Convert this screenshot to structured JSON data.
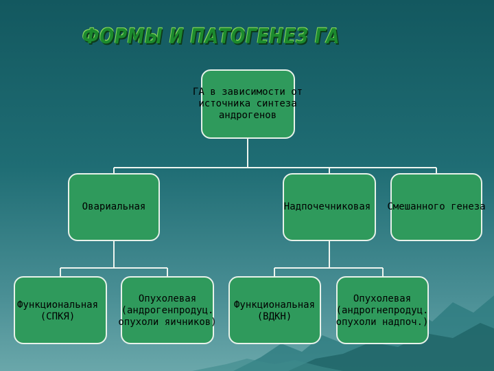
{
  "slide": {
    "title": "ФОРМЫ И ПАТОГЕНЕЗ ГА"
  },
  "diagram": {
    "root": {
      "label": "ГА в зависимости от\nисточника синтеза\nандрогенов"
    },
    "level2": [
      {
        "label": "Овариальная"
      },
      {
        "label": "Надпочечниковая"
      },
      {
        "label": "Смешанного генеза"
      }
    ],
    "level3": [
      {
        "label": "Функциональная\n(СПКЯ)"
      },
      {
        "label": "Опухолевая\n(андрогенпродуц.\nопухоли яичников)"
      },
      {
        "label": "Функциональная\n(ВДКН)"
      },
      {
        "label": "Опухолевая\n(андрогнепродуц.\nопухоли надпоч.)"
      }
    ]
  }
}
